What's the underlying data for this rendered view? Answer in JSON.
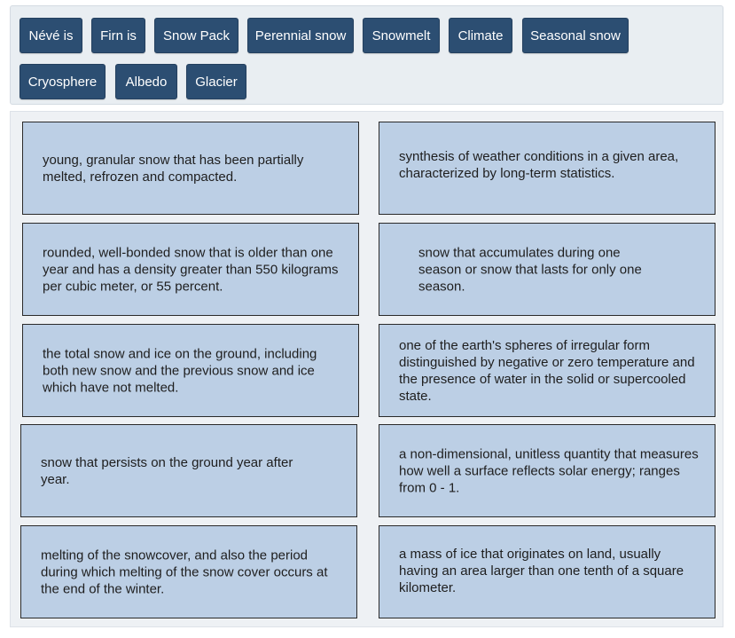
{
  "terms": [
    "Névé is",
    "Firn is",
    "Snow Pack",
    "Perennial snow",
    "Snowmelt",
    "Climate",
    "Seasonal snow",
    "Cryosphere",
    "Albedo",
    "Glacier"
  ],
  "definitions": [
    " young, granular snow that has been partially melted, refrozen and compacted.",
    "synthesis of weather conditions in a given area, characterized by long-term statistics.",
    "rounded, well-bonded snow that is older than one year and has a density greater than 550 kilograms per cubic meter, or 55 percent.",
    "snow that accumulates during one season or snow that lasts for only one season.",
    " the total snow and ice on the ground, including both new snow and the previous snow and ice which have not melted.",
    "one of the earth's spheres of irregular form distinguished by negative or zero temperature and the presence of water in the solid or supercooled state.",
    "snow that persists on the ground year after year.",
    " a non-dimensional, unitless quantity that measures how well a surface reflects solar energy; ranges from 0 - 1.",
    "melting of the snowcover, and also the period during which melting of the snow cover occurs at the end of the winter.",
    "a mass of ice that originates on land, usually having an area larger than one tenth of a square kilometer."
  ]
}
